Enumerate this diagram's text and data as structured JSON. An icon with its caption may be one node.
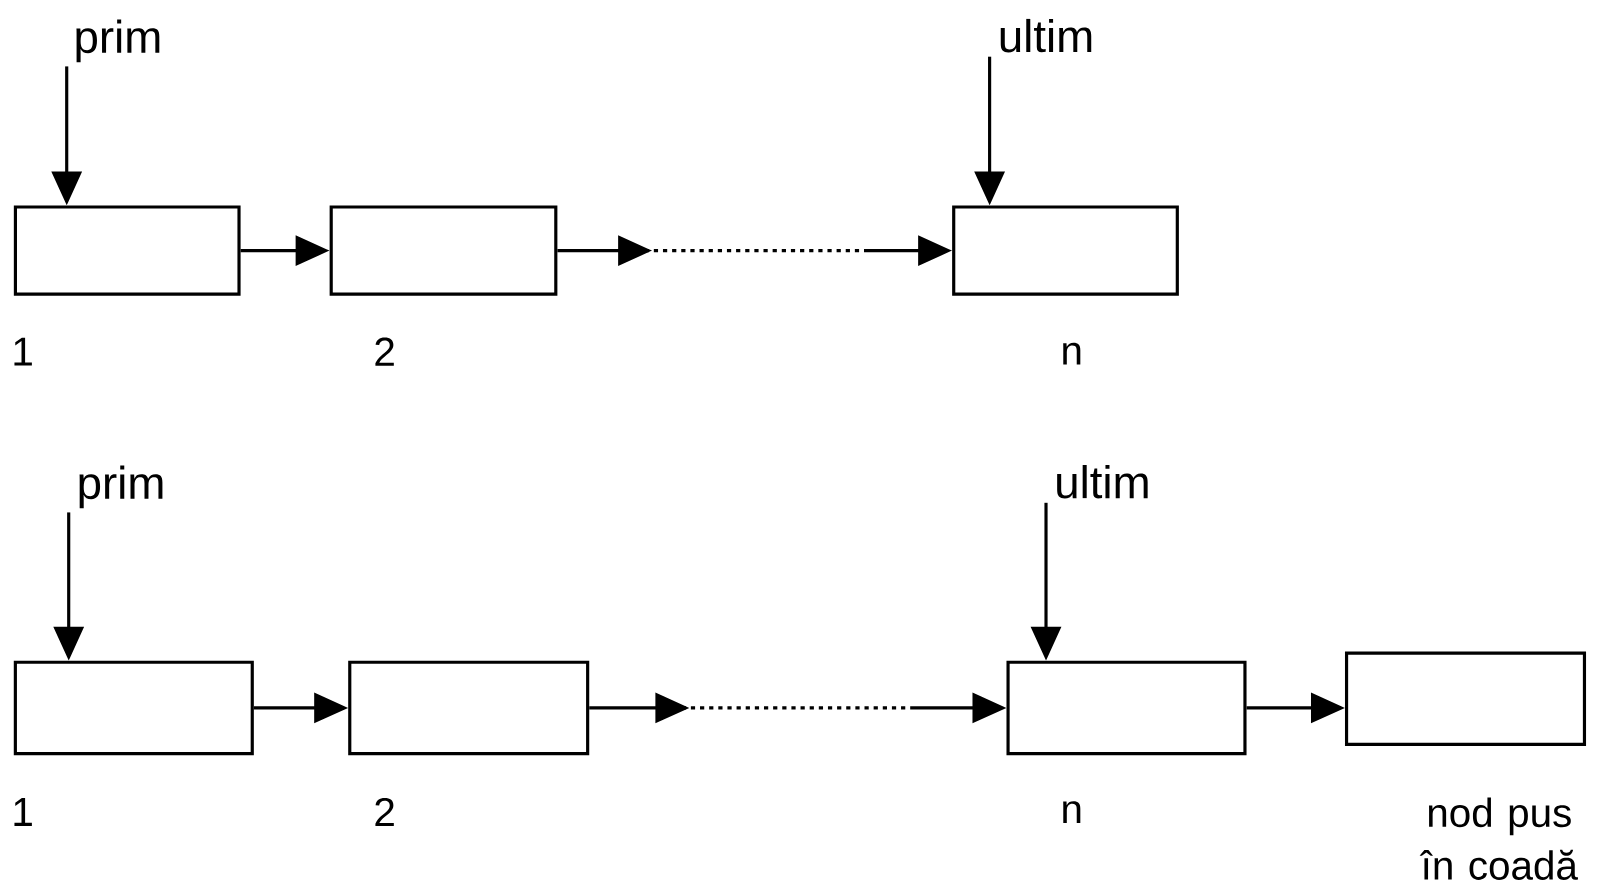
{
  "diagram": {
    "nodes": [
      {
        "text": [
          "prim"
        ]
      },
      {
        "text": [
          "ultim"
        ]
      },
      {
        "text": [],
        "shape": "box",
        "beside": [
          "1"
        ]
      },
      {
        "text": [],
        "shape": "box",
        "beside": [
          "2"
        ]
      },
      {
        "text": [],
        "shape": "box",
        "beside": [
          "n"
        ]
      },
      {
        "text": [
          "prim"
        ]
      },
      {
        "text": [
          "ultim"
        ]
      },
      {
        "text": [],
        "shape": "box",
        "beside": [
          "1"
        ]
      },
      {
        "text": [],
        "shape": "box",
        "beside": [
          "2"
        ]
      },
      {
        "text": [],
        "shape": "box",
        "beside": [
          "n"
        ]
      },
      {
        "text": [],
        "shape": "box",
        "beside": [
          "nod pus în coadă"
        ]
      }
    ],
    "edges": [
      {
        "from": 0,
        "to": 2,
        "arrow": "to"
      },
      {
        "from": 1,
        "to": 4,
        "arrow": "to"
      },
      {
        "from": 2,
        "to": 3,
        "arrow": "to"
      },
      {
        "from": 3,
        "to": 4,
        "arrow": "to",
        "style": "dashed"
      },
      {
        "from": 5,
        "to": 7,
        "arrow": "to"
      },
      {
        "from": 6,
        "to": 9,
        "arrow": "to"
      },
      {
        "from": 7,
        "to": 8,
        "arrow": "to"
      },
      {
        "from": 8,
        "to": 9,
        "arrow": "to",
        "style": "dashed"
      },
      {
        "from": 9,
        "to": 10,
        "arrow": "to"
      }
    ]
  }
}
